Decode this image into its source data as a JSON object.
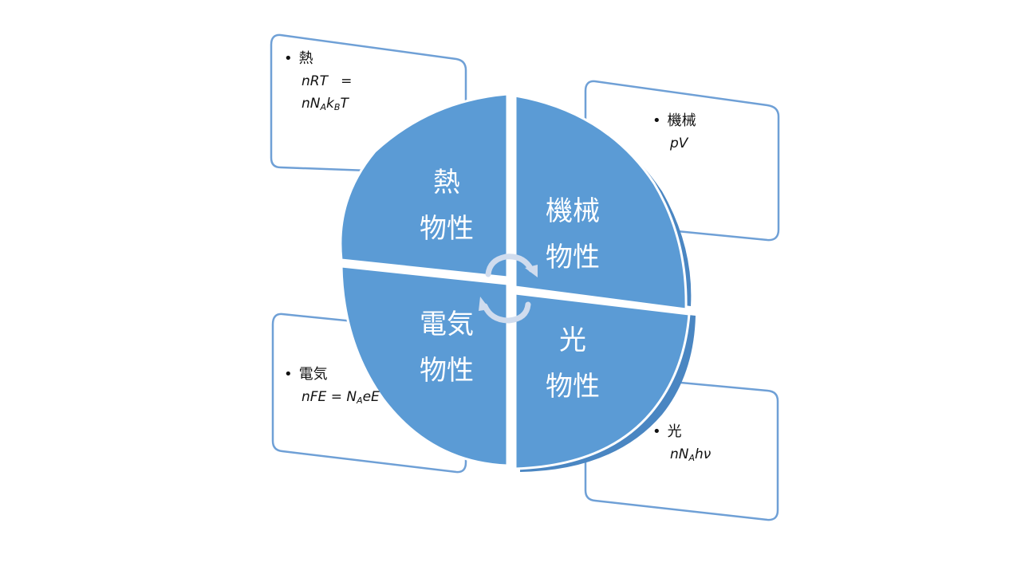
{
  "diagram": {
    "colors": {
      "segment_fill": "#5b9bd5",
      "segment_edge": "#3f7fc0",
      "box_border": "#6fa0d6",
      "box_fill": "#ffffff",
      "arrow": "#d0dcee",
      "label": "#ffffff"
    },
    "segments": {
      "heat": {
        "line1": "熱",
        "line2": "物性"
      },
      "mechanical": {
        "line1": "機械",
        "line2": "物性"
      },
      "electrical": {
        "line1": "電気",
        "line2": "物性"
      },
      "light": {
        "line1": "光",
        "line2": "物性"
      }
    },
    "boxes": {
      "heat": {
        "title": "熱",
        "formula_line1": "nRT   =",
        "formula_line2_parts": {
          "a": "nN",
          "sub_a": "A",
          "b": "k",
          "sub_b": "B",
          "c": "T"
        }
      },
      "mechanical": {
        "title": "機械",
        "formula": "pV"
      },
      "electrical": {
        "title": "電気",
        "formula_parts": {
          "a": "nFE = N",
          "sub_a": "A",
          "b": "eE"
        }
      },
      "light": {
        "title": "光",
        "formula_parts": {
          "a": "nN",
          "sub_a": "A",
          "b": "hν"
        }
      }
    },
    "center_icon": "cycle-arrows-icon"
  }
}
